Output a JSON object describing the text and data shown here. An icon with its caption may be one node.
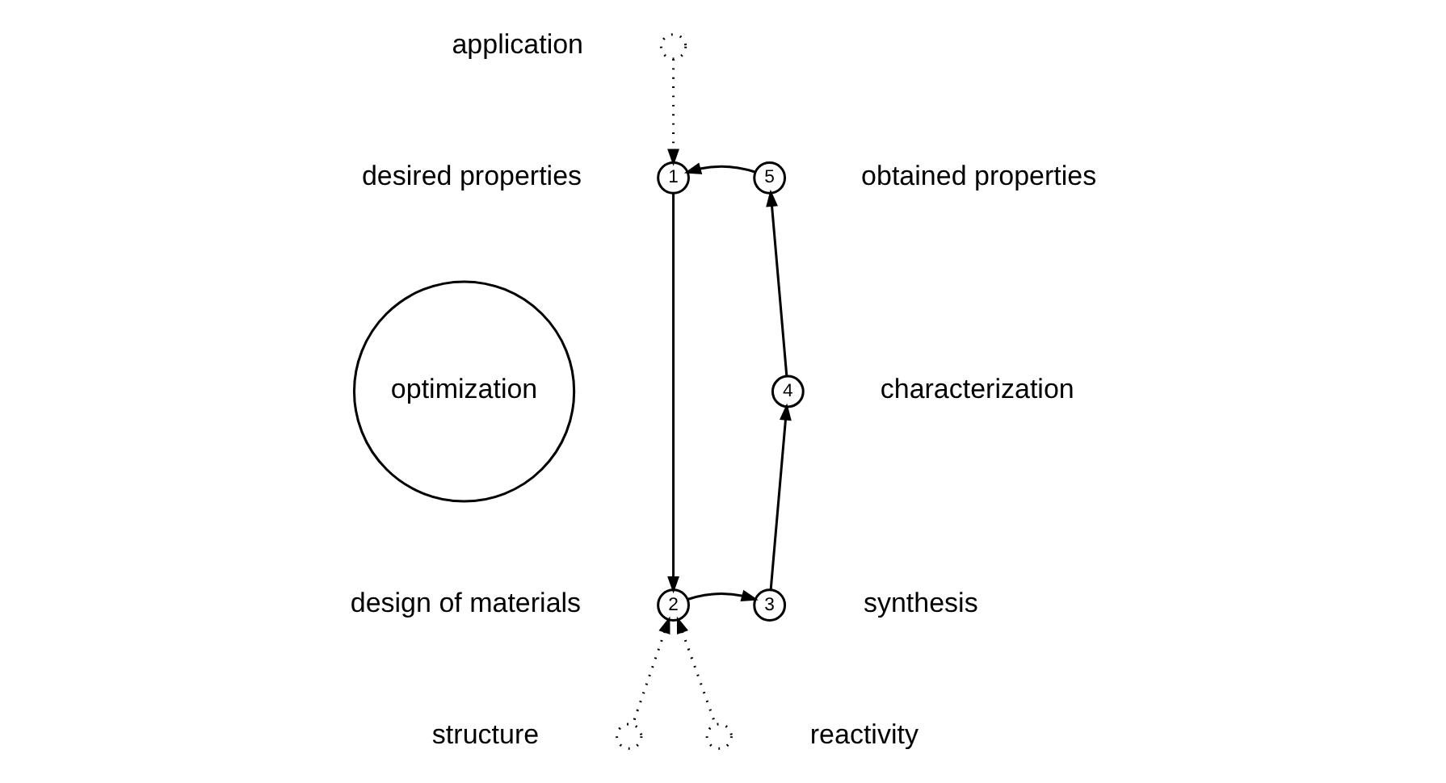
{
  "diagram": {
    "nodes": [
      {
        "text": [],
        "shape": "circle",
        "beside": [
          "application"
        ]
      },
      {
        "text": [
          "1"
        ],
        "beside": [
          "desired properties"
        ]
      },
      {
        "text": [
          "5"
        ],
        "beside": [
          "obtained properties"
        ]
      },
      {
        "text": [
          "optimization"
        ]
      },
      {
        "text": [
          "4"
        ],
        "beside": [
          "characterization"
        ]
      },
      {
        "text": [
          "2"
        ],
        "beside": [
          "design of materials"
        ]
      },
      {
        "text": [
          "3"
        ],
        "beside": [
          "synthesis"
        ]
      },
      {
        "text": [],
        "shape": "circle",
        "beside": [
          "structure"
        ]
      },
      {
        "text": [],
        "shape": "circle",
        "beside": [
          "reactivity"
        ]
      }
    ],
    "edges": [
      {
        "from": 0,
        "to": 1,
        "arrow": "to",
        "style": "dashed"
      },
      {
        "from": 2,
        "to": 1,
        "arrow": "to"
      },
      {
        "from": 1,
        "to": 5,
        "arrow": "to"
      },
      {
        "from": 5,
        "to": 6,
        "arrow": "to"
      },
      {
        "from": 6,
        "to": 4,
        "arrow": "to"
      },
      {
        "from": 4,
        "to": 2,
        "arrow": "to"
      },
      {
        "from": 7,
        "to": 5,
        "arrow": "to",
        "style": "dashed"
      },
      {
        "from": 8,
        "to": 5,
        "arrow": "to",
        "style": "dashed"
      }
    ]
  }
}
